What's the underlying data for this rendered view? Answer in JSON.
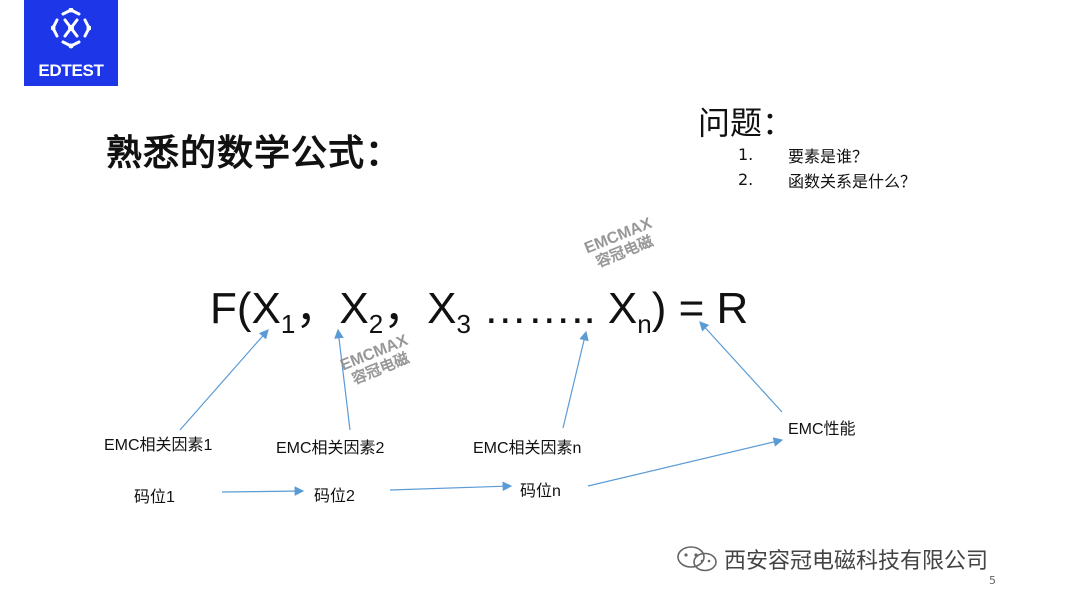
{
  "logo": {
    "text": "EDTEST",
    "bg_color": "#1d36e8"
  },
  "title": "熟悉的数学公式：",
  "questions": {
    "heading": "问题：",
    "items": [
      {
        "num": "1.",
        "text": "要素是谁？"
      },
      {
        "num": "2.",
        "text": "函数关系是什么？"
      }
    ]
  },
  "formula": {
    "open": "F(X",
    "sub1": "1",
    "sep1": "，X",
    "sub2": "2",
    "sep2": "，X",
    "sub3": "3",
    "dots": " …….. X",
    "subn": "n",
    "close": ") = R"
  },
  "factors": {
    "f1": "EMC相关因素1",
    "f2": "EMC相关因素2",
    "fn": "EMC相关因素n",
    "perf": "EMC性能"
  },
  "codes": {
    "c1": "码位1",
    "c2": "码位2",
    "cn": "码位n"
  },
  "watermark": {
    "en": "EMCMAX",
    "cn": "容冠电磁"
  },
  "footer": {
    "company": "西安容冠电磁科技有限公司",
    "page": "5"
  },
  "colors": {
    "arrow": "#5b9bd5",
    "watermark": "#8c8c8c"
  }
}
